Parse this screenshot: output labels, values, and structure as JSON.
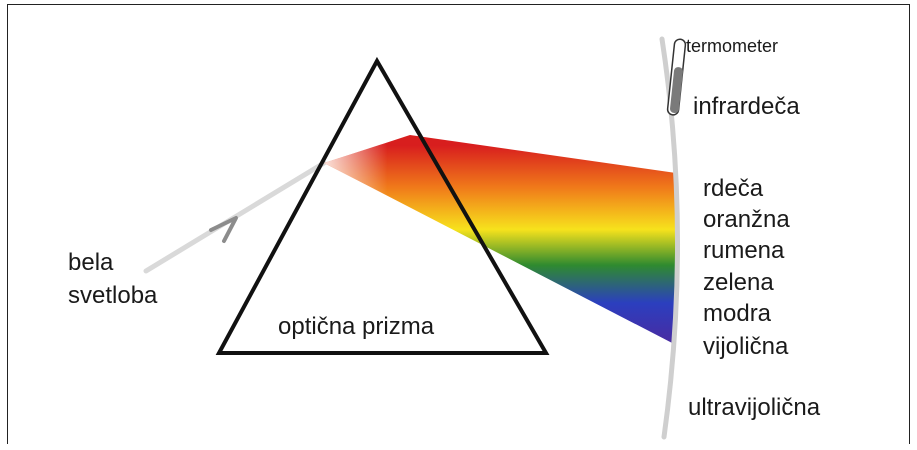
{
  "diagram": {
    "light_label_line1": "bela",
    "light_label_line2": "svetloba",
    "prism_label": "optična prizma",
    "thermometer_label": "termometer",
    "infrared_label": "infrardeča",
    "ultraviolet_label": "ultravijolična",
    "spectrum_colors": [
      {
        "name": "rdeča",
        "color": "#d81e1e"
      },
      {
        "name": "oranžna",
        "color": "#f07a1a"
      },
      {
        "name": "rumena",
        "color": "#f7e21c"
      },
      {
        "name": "zelena",
        "color": "#2f8a2f"
      },
      {
        "name": "modra",
        "color": "#2b3fbf"
      },
      {
        "name": "vijolična",
        "color": "#4a2aa0"
      }
    ]
  }
}
